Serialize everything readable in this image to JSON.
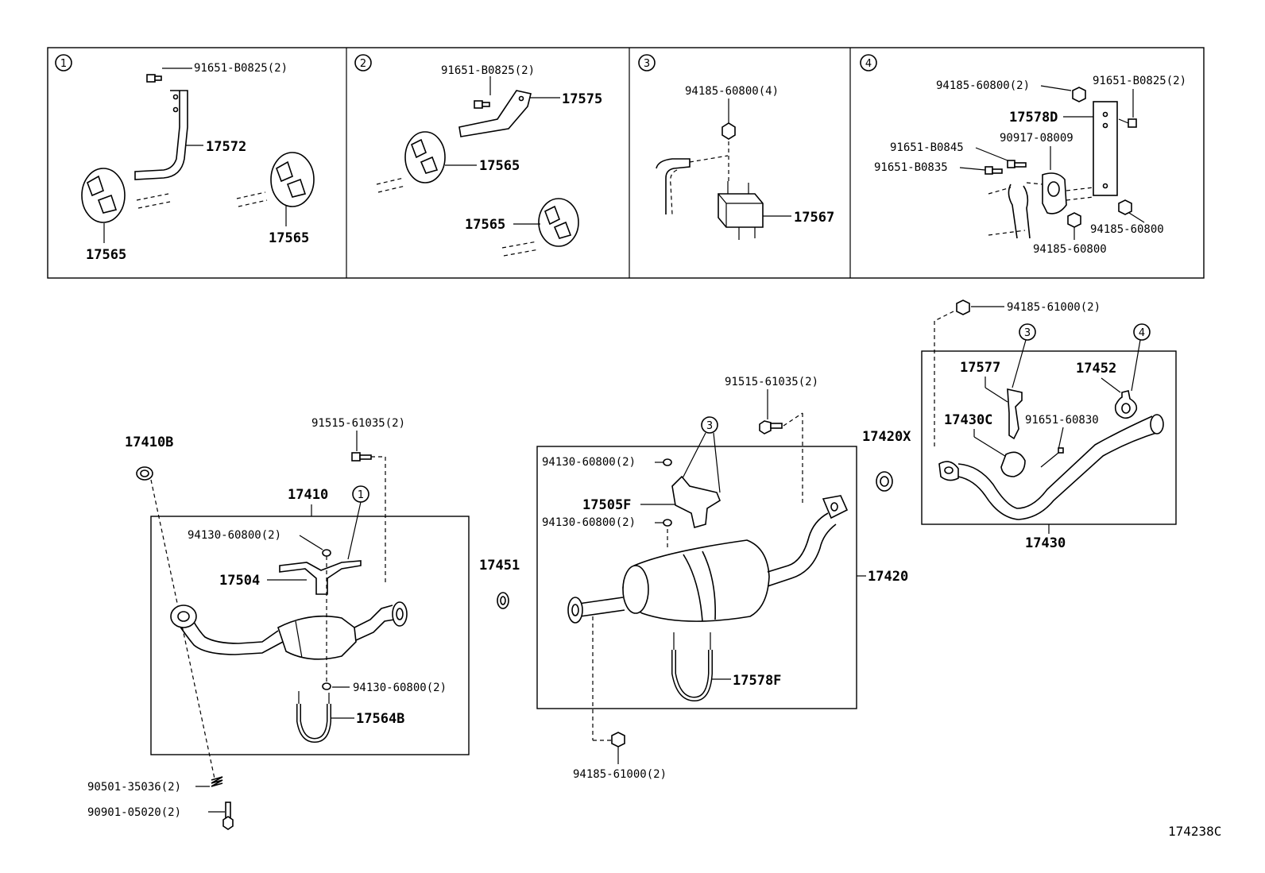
{
  "figure_id": "174238C",
  "callouts": [
    "1",
    "2",
    "3",
    "4"
  ],
  "panel1": {
    "bolt": "91651-B0825(2)",
    "bracket": "17572",
    "hanger_left": "17565",
    "hanger_right": "17565"
  },
  "panel2": {
    "bolt": "91651-B0825(2)",
    "bracket": "17575",
    "hanger_top": "17565",
    "hanger_bottom": "17565"
  },
  "panel3": {
    "nut": "94185-60800(4)",
    "mount": "17567"
  },
  "panel4": {
    "nut_top": "94185-60800(2)",
    "bolt_top": "91651-B0825(2)",
    "bracket": "17578D",
    "support": "90917-08009",
    "bolt_b0845": "91651-B0845",
    "bolt_b0835": "91651-B0835",
    "nut_right": "94185-60800",
    "nut_bottom": "94185-60800"
  },
  "front_pipe": {
    "gasket": "17410B",
    "bolt_top": "91515-61035(2)",
    "assembly": "17410",
    "nut_upper": "94130-60800(2)",
    "bracket": "17504",
    "nut_lower": "94130-60800(2)",
    "clamp": "17564B",
    "spring": "90501-35036(2)",
    "bolt_bottom": "90901-05020(2)"
  },
  "center": {
    "gasket": "17451",
    "bolt_top": "91515-61035(2)",
    "nut_upper": "94130-60800(2)",
    "bracket": "17505F",
    "nut_lower": "94130-60800(2)",
    "assembly": "17420",
    "clamp": "17578F",
    "nut_bottom": "94185-61000(2)"
  },
  "tail": {
    "nut_top": "94185-61000(2)",
    "gasket": "17420X",
    "hanger": "17577",
    "clamp": "17452",
    "sub": "17430C",
    "bolt": "91651-60830",
    "assembly": "17430"
  }
}
